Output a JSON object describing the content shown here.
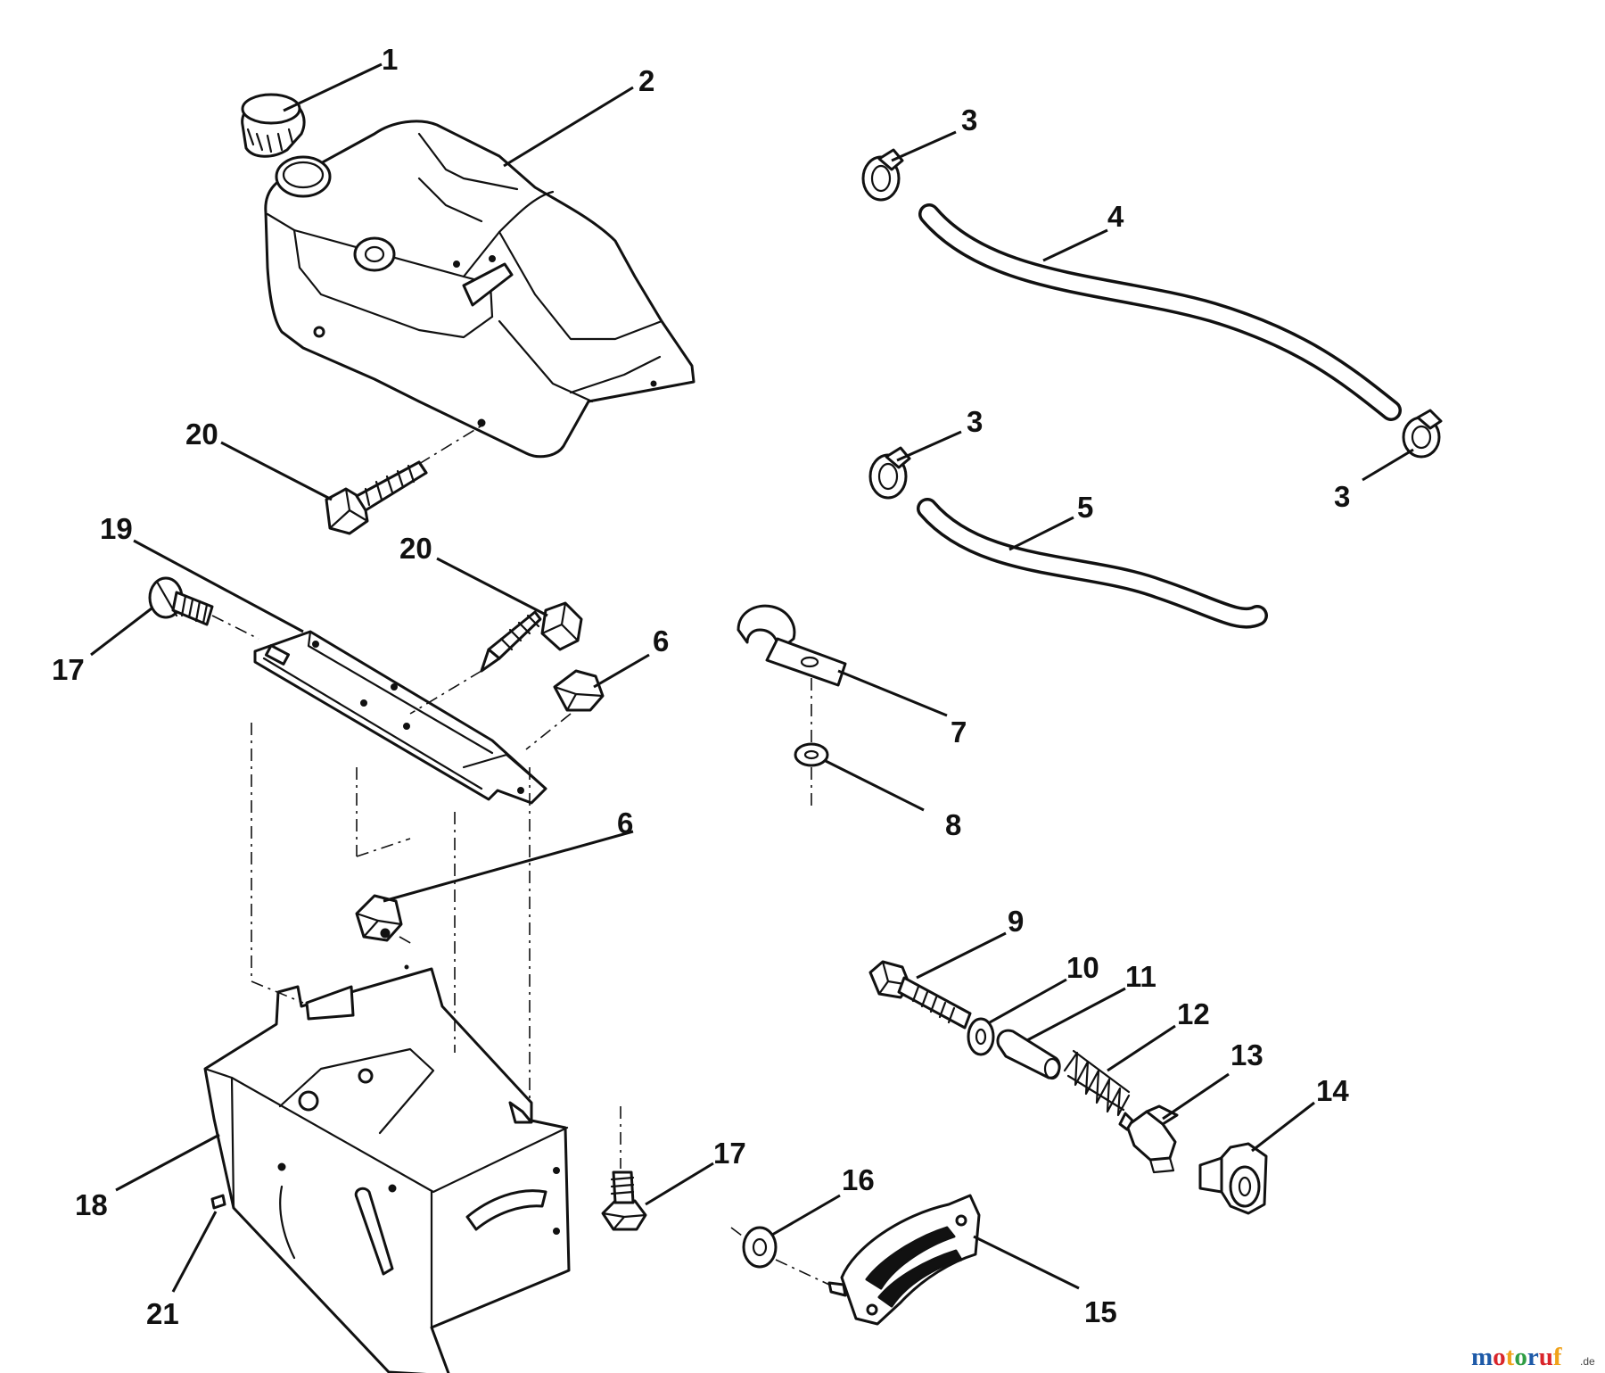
{
  "callouts": {
    "c1": "1",
    "c2": "2",
    "c3a": "3",
    "c3b": "3",
    "c3c": "3",
    "c4": "4",
    "c5": "5",
    "c6a": "6",
    "c6b": "6",
    "c7": "7",
    "c8": "8",
    "c9": "9",
    "c10": "10",
    "c11": "11",
    "c12": "12",
    "c13": "13",
    "c14": "14",
    "c15": "15",
    "c16": "16",
    "c17a": "17",
    "c17b": "17",
    "c18": "18",
    "c19": "19",
    "c20a": "20",
    "c20b": "20",
    "c21": "21"
  },
  "watermark": {
    "letters": [
      "m",
      "o",
      "t",
      "o",
      "r",
      "u",
      "f"
    ],
    "suffix": ".de",
    "colors": [
      "#1e5aa8",
      "#d9252b",
      "#f0a21a",
      "#2f9e44",
      "#1e5aa8",
      "#d9252b",
      "#f0a21a"
    ]
  }
}
